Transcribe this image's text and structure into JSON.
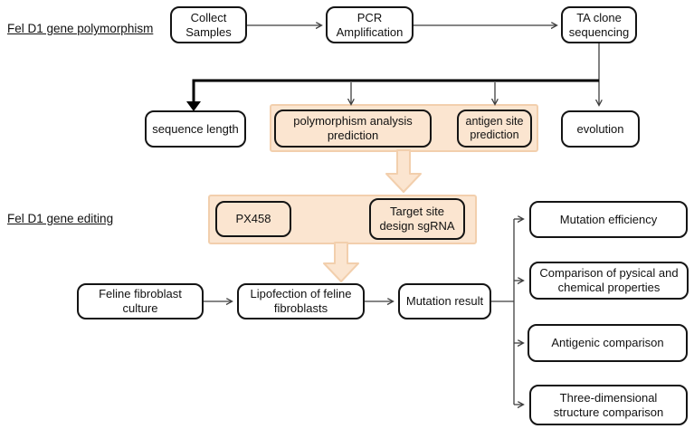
{
  "colors": {
    "accent_fill": "#fbe5d0",
    "accent_border": "#f2cfad",
    "box_border": "#141414",
    "line_thin": "#3f3f3f",
    "line_thick": "#000000"
  },
  "sections": {
    "polymorphism_label": "Fel D1 gene polymorphism",
    "editing_label": "Fel D1 gene editing"
  },
  "nodes": {
    "collect_samples": {
      "label": "Collect\nSamples"
    },
    "pcr_amplification": {
      "label": "PCR\nAmplification"
    },
    "ta_clone_sequencing": {
      "label": "TA clone\nsequencing"
    },
    "sequence_length": {
      "label": "sequence length"
    },
    "polymorphism_analysis_prediction": {
      "label": "polymorphism analysis\nprediction"
    },
    "antigen_site_prediction": {
      "label": "antigen site\nprediction"
    },
    "evolution": {
      "label": "evolution"
    },
    "px458": {
      "label": "PX458"
    },
    "target_site_design_sgrna": {
      "label": "Target site\ndesign sgRNA"
    },
    "feline_fibroblast_culture": {
      "label": "Feline fibroblast\nculture"
    },
    "lipofection_of_feline_fibroblasts": {
      "label": "Lipofection of feline\nfibroblasts"
    },
    "mutation_result": {
      "label": "Mutation result"
    },
    "mutation_efficiency": {
      "label": "Mutation efficiency"
    },
    "comparison_of_properties": {
      "label": "Comparison of pysical and\nchemical properties"
    },
    "antigenic_comparison": {
      "label": "Antigenic comparison"
    },
    "three_dimensional_structure_comparison": {
      "label": "Three-dimensional\nstructure comparison"
    }
  }
}
